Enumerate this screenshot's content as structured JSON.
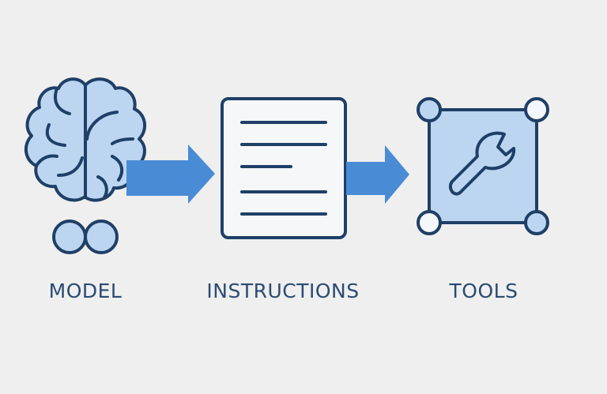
{
  "nodes": [
    {
      "label": "MODEL",
      "icon": "brain-icon"
    },
    {
      "label": "INSTRUCTIONS",
      "icon": "document-icon"
    },
    {
      "label": "TOOLS",
      "icon": "wrench-icon"
    }
  ],
  "colors": {
    "background": "#efefef",
    "stroke": "#1f3f66",
    "fill": "#bcd6f2",
    "arrow": "#4a8bd6",
    "text": "#2a4b73"
  }
}
